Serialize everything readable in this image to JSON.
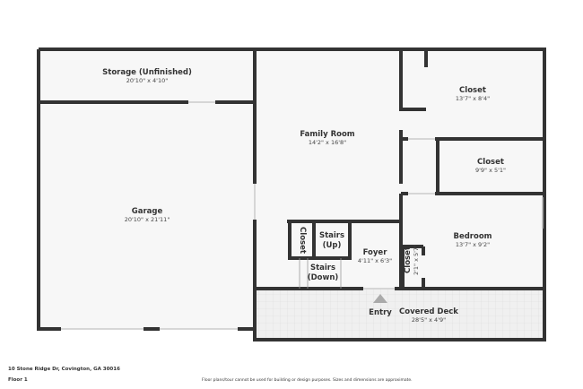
{
  "colors": {
    "wall": "#333333",
    "floor": "#f7f7f7",
    "deck": "#eeeeee",
    "entry_arrow": "#aaaaaa"
  },
  "rooms": {
    "storage": {
      "name": "Storage (Unfinished)",
      "dims": "20'10\" x 4'10\""
    },
    "garage": {
      "name": "Garage",
      "dims": "20'10\" x 21'11\""
    },
    "family_room": {
      "name": "Family Room",
      "dims": "14'2\" x 16'8\""
    },
    "closet_1": {
      "name": "Closet",
      "dims": "13'7\" x 8'4\""
    },
    "closet_2": {
      "name": "Closet",
      "dims": "9'9\" x 5'1\""
    },
    "bedroom": {
      "name": "Bedroom",
      "dims": "13'7\" x 9'2\""
    },
    "closet_small": {
      "name": "Closet"
    },
    "stairs_up": {
      "name": "Stairs",
      "sub": "(Up)"
    },
    "stairs_down": {
      "name": "Stairs",
      "sub": "(Down)"
    },
    "foyer": {
      "name": "Foyer",
      "dims": "4'11\" x 6'3\""
    },
    "closet_bedroom": {
      "name": "Closet",
      "dims": "2'1\" x 5'7\""
    },
    "covered_deck": {
      "name": "Covered Deck",
      "dims": "28'5\" x 4'9\""
    },
    "entry": {
      "name": "Entry",
      "icon": "entry-arrow-icon"
    }
  },
  "footer": {
    "address": "10 Stone Ridge Dr, Covington, GA 30016",
    "floor": "Floor 1",
    "disclaimer": "Floor plans/tour cannot be used for building or design purposes. Sizes and dimensions are approximate."
  }
}
